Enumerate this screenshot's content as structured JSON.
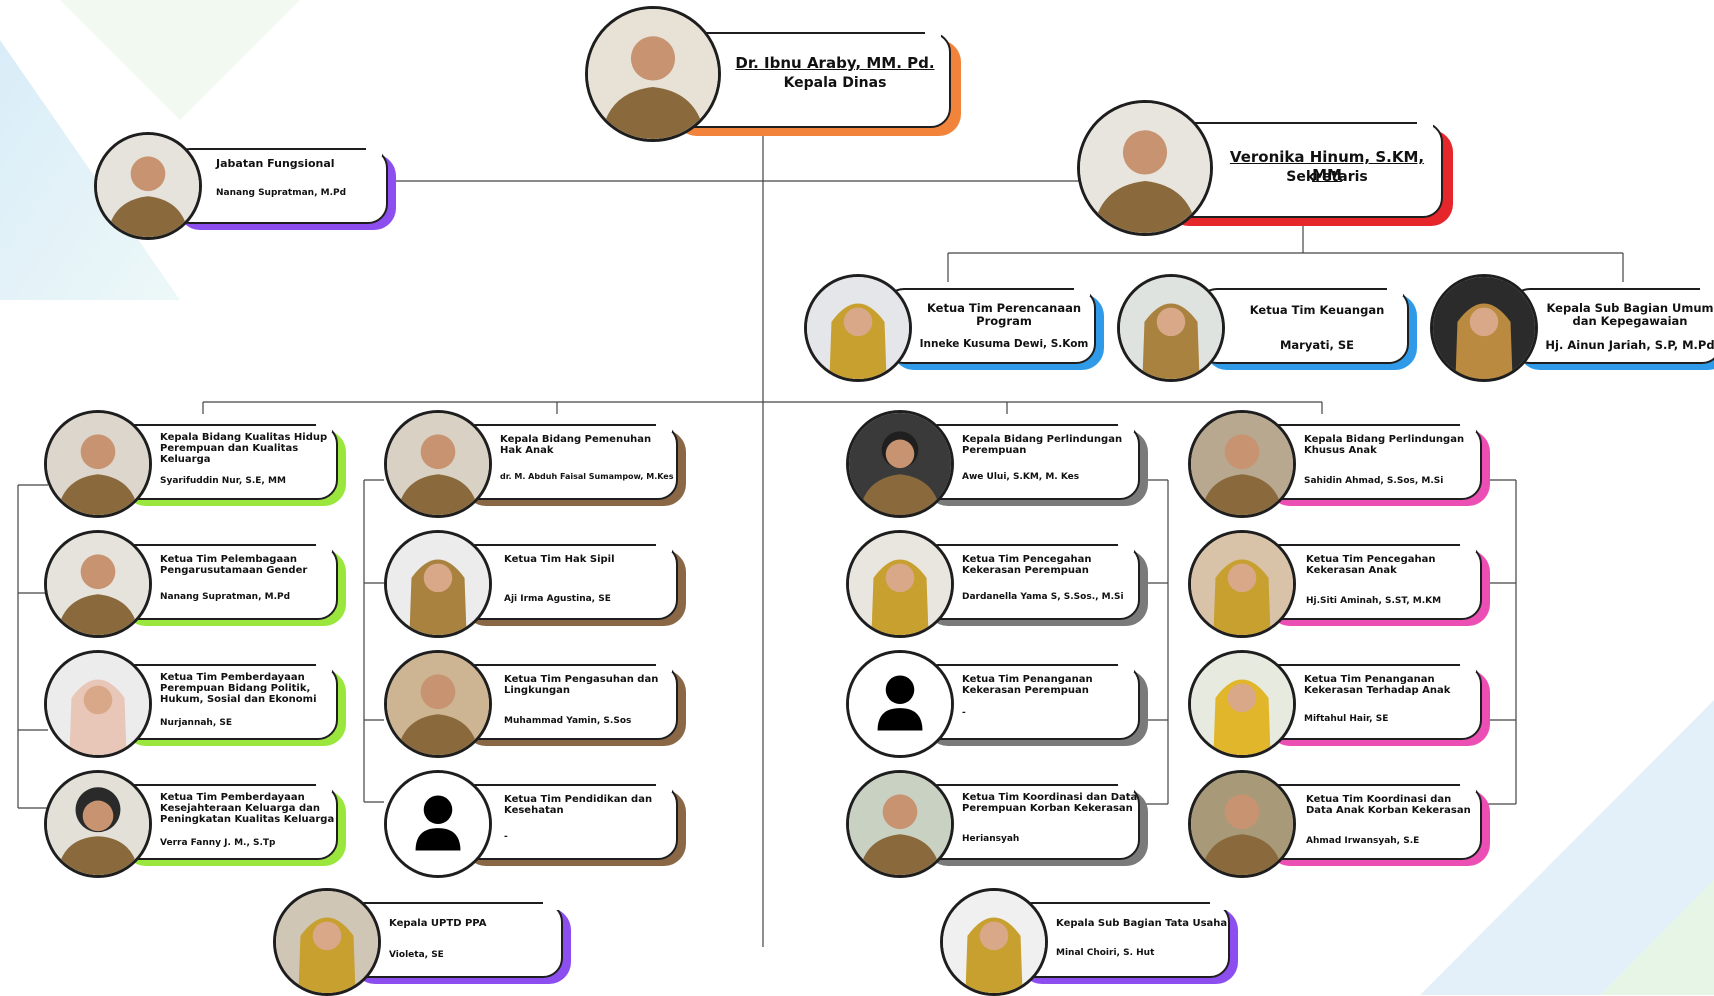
{
  "colors": {
    "orange": "#f2833a",
    "red": "#e5262b",
    "purple": "#8d4ef0",
    "blue": "#2f9be8",
    "lime": "#9be63c",
    "brown": "#8a6845",
    "gray": "#7a7a7a",
    "pink": "#ec4fb4",
    "uniform": "#8a6a3c",
    "hijab_yellow": "#c8a02f",
    "hijab_brown": "#a8823e",
    "skin": "#c79370"
  },
  "nodes": {
    "kepala_dinas": {
      "name": "Dr. Ibnu Araby, MM. Pd.",
      "title": "Kepala Dinas"
    },
    "sekretaris": {
      "name": "Veronika Hinum, S.KM, MM",
      "title": "Sekretaris"
    },
    "fungsional": {
      "title": "Jabatan Fungsional",
      "name": "Nanang Supratman, M.Pd"
    },
    "perencanaan": {
      "title": "Ketua Tim Perencanaan Program",
      "name": "Inneke Kusuma Dewi, S.Kom"
    },
    "keuangan": {
      "title": "Ketua Tim Keuangan",
      "name": "Maryati, SE"
    },
    "umum": {
      "title": "Kepala Sub Bagian Umum dan Kepegawaian",
      "name": "Hj. Ainun Jariah, S.P, M.Pd"
    },
    "kualitas_hidup": {
      "title": "Kepala Bidang Kualitas Hidup Perempuan dan Kualitas Keluarga",
      "name": "Syarifuddin Nur, S.E, MM"
    },
    "pelembagaan": {
      "title": "Ketua Tim Pelembagaan Pengarusutamaan Gender",
      "name": "Nanang Supratman, M.Pd"
    },
    "pemberdayaan_politik": {
      "title": "Ketua Tim Pemberdayaan Perempuan Bidang Politik, Hukum, Sosial dan Ekonomi",
      "name": "Nurjannah, SE"
    },
    "kesejahteraan": {
      "title": "Ketua Tim Pemberdayaan Kesejahteraan Keluarga dan Peningkatan Kualitas Keluarga",
      "name": "Verra Fanny J. M., S.Tp"
    },
    "hak_anak": {
      "title": "Kepala Bidang Pemenuhan Hak Anak",
      "name": "dr. M. Abduh Faisal Sumampow, M.Kes"
    },
    "hak_sipil": {
      "title": "Ketua Tim Hak Sipil",
      "name": "Aji Irma Agustina, SE"
    },
    "pengasuhan": {
      "title": "Ketua Tim Pengasuhan dan Lingkungan",
      "name": "Muhammad Yamin, S.Sos"
    },
    "pendidikan": {
      "title": "Ketua Tim Pendidikan dan Kesehatan",
      "name": "-"
    },
    "perlindungan_perempuan": {
      "title": "Kepala Bidang Perlindungan Perempuan",
      "name": "Awe Ului, S.KM, M. Kes"
    },
    "pencegahan_perempuan": {
      "title": "Ketua Tim Pencegahan Kekerasan Perempuan",
      "name": "Dardanella Yama S, S.Sos., M.Si"
    },
    "penanganan_perempuan": {
      "title": "Ketua Tim Penanganan Kekerasan Perempuan",
      "name": "-"
    },
    "koordinasi_perempuan": {
      "title": "Ketua Tim Koordinasi dan Data Perempuan Korban Kekerasan",
      "name": "Heriansyah"
    },
    "perlindungan_anak": {
      "title": "Kepala Bidang Perlindungan Khusus Anak",
      "name": "Sahidin Ahmad, S.Sos, M.Si"
    },
    "pencegahan_anak": {
      "title": "Ketua Tim Pencegahan Kekerasan Anak",
      "name": "Hj.Siti Aminah, S.ST, M.KM"
    },
    "penanganan_anak": {
      "title": "Ketua Tim Penanganan Kekerasan Terhadap Anak",
      "name": "Miftahul Hair, SE"
    },
    "koordinasi_anak": {
      "title": "Ketua Tim Koordinasi dan Data Anak Korban Kekerasan",
      "name": "Ahmad Irwansyah, S.E"
    },
    "uptd": {
      "title": "Kepala UPTD PPA",
      "name": "Violeta, SE"
    },
    "tata_usaha": {
      "title": "Kepala Sub Bagian Tata Usaha",
      "name": "Minal Choiri, S. Hut"
    }
  }
}
